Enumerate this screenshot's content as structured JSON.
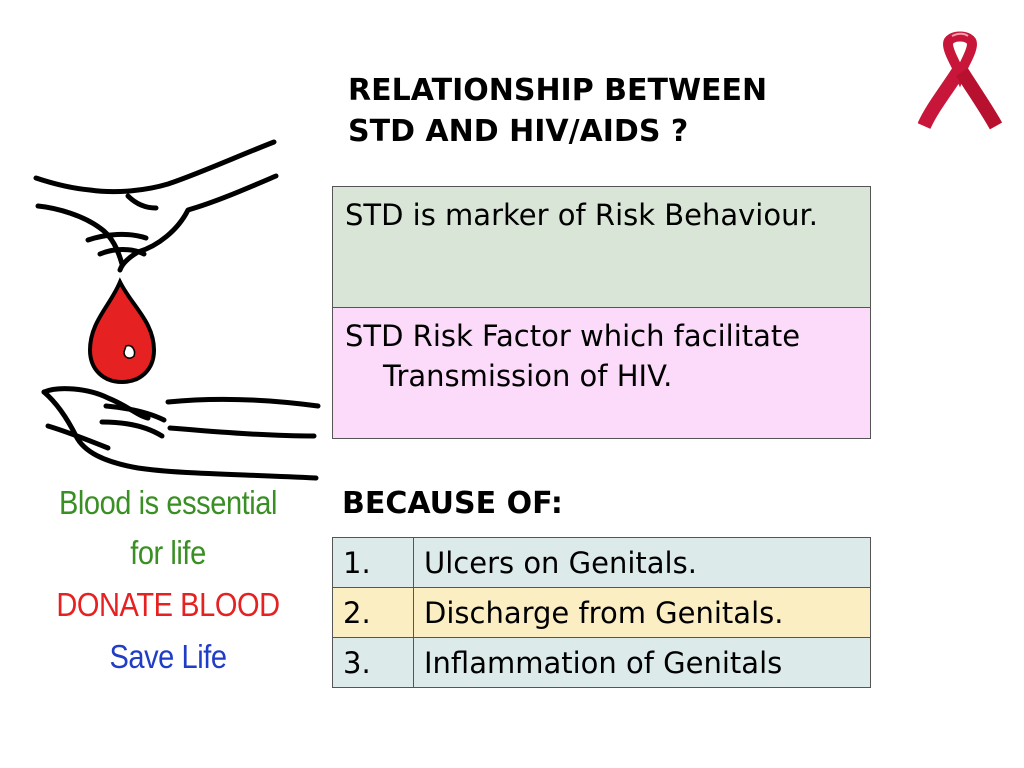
{
  "slide": {
    "title_line1": "RELATIONSHIP BETWEEN",
    "title_line2": "STD AND HIV/AIDS ?"
  },
  "poster": {
    "line1": "Blood is essential",
    "line2": "for life",
    "line3": "DONATE BLOOD",
    "line4": "Save Life",
    "colors": {
      "green": "#3a8f24",
      "red": "#e62121",
      "blue": "#1f3dc6"
    }
  },
  "facts": [
    {
      "text": "STD is marker of Risk Behaviour.",
      "color": "#d9e6d7"
    },
    {
      "text": "STD Risk Factor which facilitate Transmission of HIV.",
      "color": "#fbdafa"
    }
  ],
  "because_heading": "BECAUSE OF:",
  "causes": [
    {
      "num": "1.",
      "text": "Ulcers on Genitals.",
      "color": "#dcebea"
    },
    {
      "num": "2.",
      "text": "Discharge from Genitals.",
      "color": "#fbeec3"
    },
    {
      "num": "3.",
      "text": "Inflammation of Genitals",
      "color": "#dcebea"
    }
  ],
  "icons": [
    "red-ribbon-icon",
    "hands-blood-drop-illustration"
  ]
}
